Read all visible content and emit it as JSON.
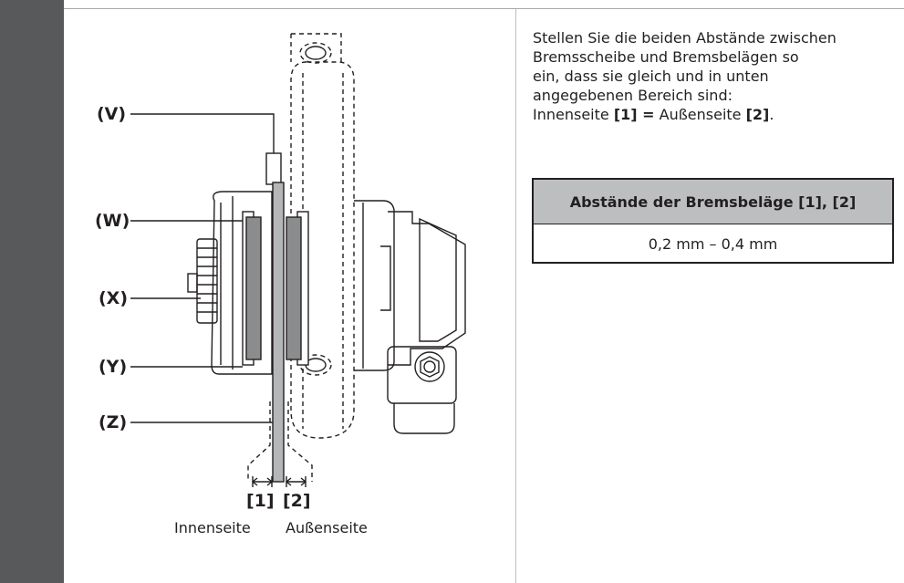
{
  "figure": {
    "labels": {
      "v": "(V)",
      "w": "(W)",
      "x": "(X)",
      "y": "(Y)",
      "z": "(Z)"
    },
    "brackets": {
      "inner": "[1]",
      "outer": "[2]"
    },
    "sides": {
      "inner": "Innenseite",
      "outer": "Außenseite"
    }
  },
  "instruction": {
    "line1": "Stellen Sie die beiden Abstände zwischen",
    "line2": "Bremsscheibe und Bremsbelägen so",
    "line3": "ein, dass sie gleich und in unten",
    "line4": "angegebenen Bereich sind:",
    "line5_pre": "Innenseite ",
    "line5_ref1": "[1] =",
    "line5_mid": " Außenseite ",
    "line5_ref2": "[2]",
    "line5_post": "."
  },
  "spec_table": {
    "header": "Abstände der Bremsbeläge [1], [2]",
    "value": "0,2 mm – 0,4 mm"
  },
  "colors": {
    "sidebar": "#58595b",
    "table_header": "#bcbec0",
    "pad_gray": "#8a8c8e",
    "rotor_gray": "#b4b6b8",
    "line": "#231f20"
  }
}
